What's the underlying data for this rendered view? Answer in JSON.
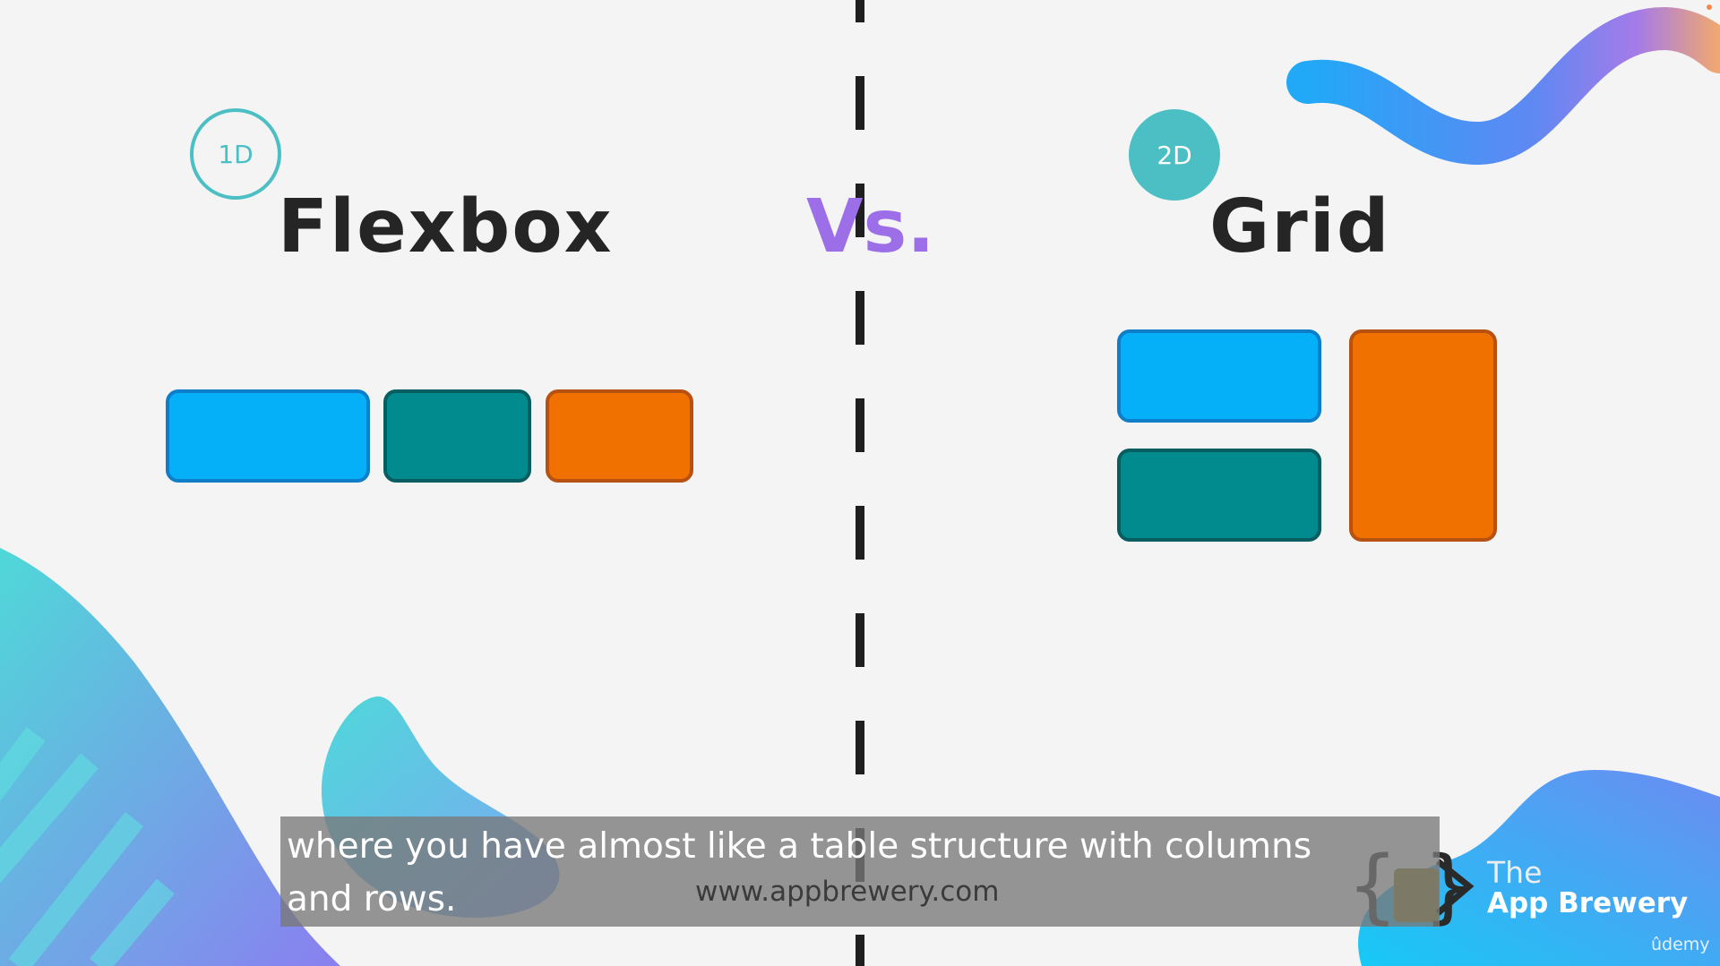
{
  "colors": {
    "background": "#f4f4f4",
    "accent_teal": "#4bbfc3",
    "vs_purple": "#9c6ee8",
    "title_dark": "#252525",
    "box_blue": "#05b0f9",
    "box_teal": "#028b8f",
    "box_orange": "#f07000"
  },
  "left": {
    "badge": "1D",
    "title": "Flexbox"
  },
  "center": {
    "vs": "Vs."
  },
  "right": {
    "badge": "2D",
    "title": "Grid"
  },
  "subtitles": {
    "line1": "where you have almost like a table structure with columns",
    "line2": "and rows."
  },
  "watermark": {
    "url": "www.appbrewery.com"
  },
  "logo": {
    "the": "The",
    "name": "App Brewery",
    "icon": "braces-glass-logo-icon"
  },
  "platform": {
    "name": "ûdemy"
  }
}
